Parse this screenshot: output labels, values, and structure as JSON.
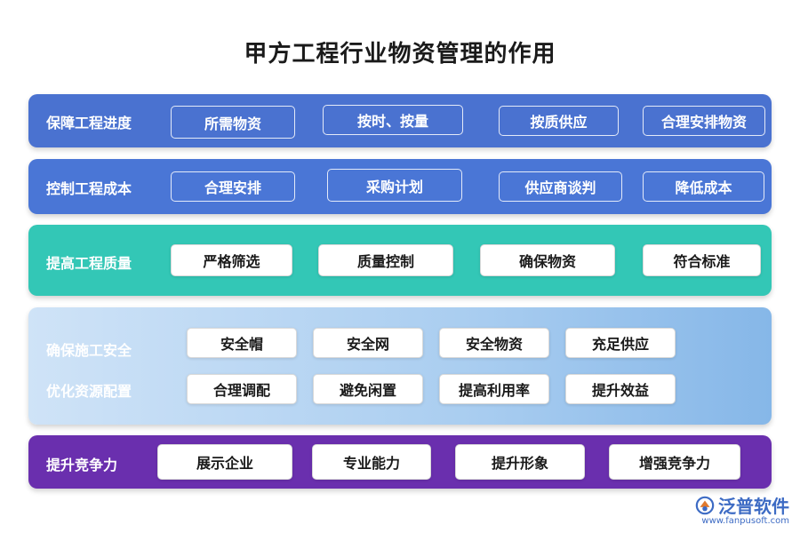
{
  "title": "甲方工程行业物资管理的作用",
  "rows": [
    {
      "label": "保障工程进度",
      "items": [
        "所需物资",
        "按时、按量",
        "按质供应",
        "合理安排物资"
      ]
    },
    {
      "label": "控制工程成本",
      "items": [
        "合理安排",
        "采购计划",
        "供应商谈判",
        "降低成本"
      ]
    },
    {
      "label": "提高工程质量",
      "items": [
        "严格筛选",
        "质量控制",
        "确保物资",
        "符合标准"
      ]
    },
    {
      "label": "确保施工安全",
      "items": [
        "安全帽",
        "安全网",
        "安全物资",
        "充足供应"
      ]
    },
    {
      "label": "优化资源配置",
      "items": [
        "合理调配",
        "避免闲置",
        "提高利用率",
        "提升效益"
      ]
    },
    {
      "label": "提升竞争力",
      "items": [
        "展示企业",
        "专业能力",
        "提升形象",
        "增强竞争力"
      ]
    }
  ],
  "logo": {
    "name": "泛普软件",
    "url": "www.fanpusoft.com"
  },
  "colors": {
    "row1": "#4a72d0",
    "row2": "#4a76d6",
    "row3": "#33c7b6",
    "row4": "#a9cdf0",
    "row5": "#6a2fae",
    "label_row4": "#ffffff"
  }
}
